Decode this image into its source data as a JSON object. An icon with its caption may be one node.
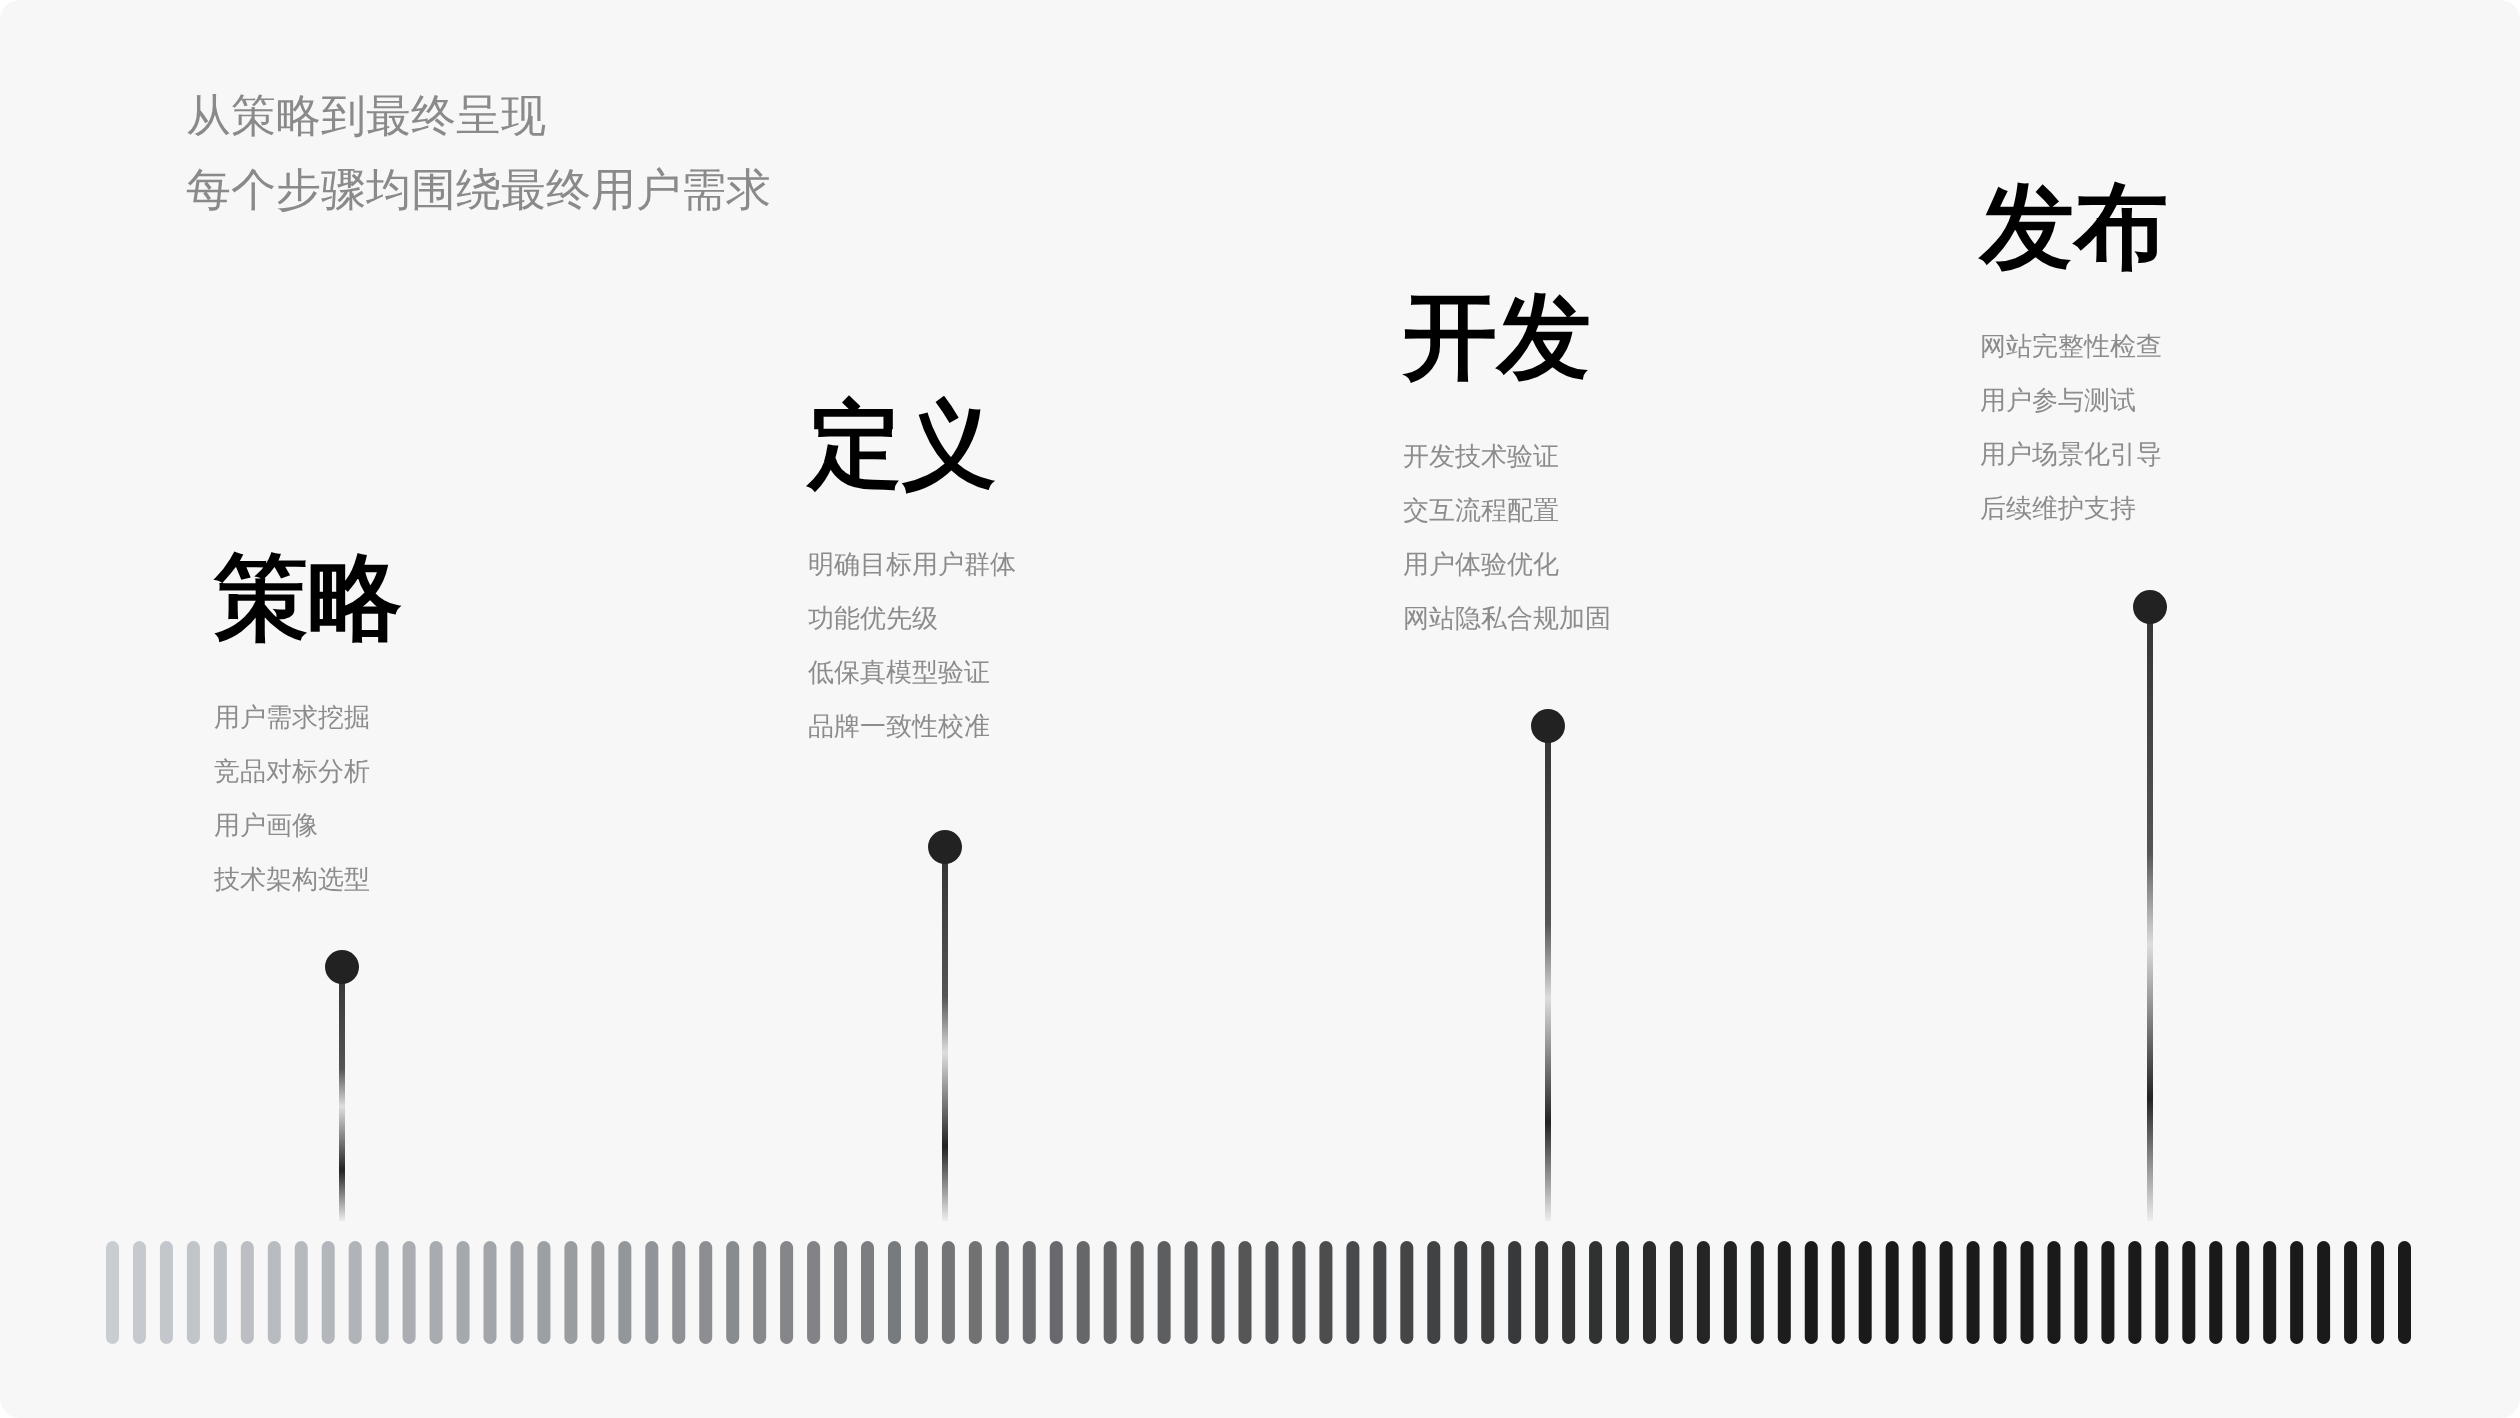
{
  "diagram": {
    "nodes": [
      {
        "text": [
          "策略",
          "用户需求挖掘",
          "竞品对标分析",
          "用户画像",
          "技术架构选型"
        ]
      },
      {
        "text": [
          "定义",
          "明确目标用户群体",
          "功能优先级",
          "低保真模型验证",
          "品牌一致性校准"
        ]
      },
      {
        "text": [
          "开发",
          "开发技术验证",
          "交互流程配置",
          "用户体验优化",
          "网站隐私合规加固"
        ]
      },
      {
        "text": [
          "发布",
          "网站完整性检查",
          "用户参与测试",
          "用户场景化引导",
          "后续维护支持"
        ]
      }
    ],
    "labels": [
      "从策略到最终呈现",
      "每个步骤均围绕最终用户需求"
    ]
  }
}
